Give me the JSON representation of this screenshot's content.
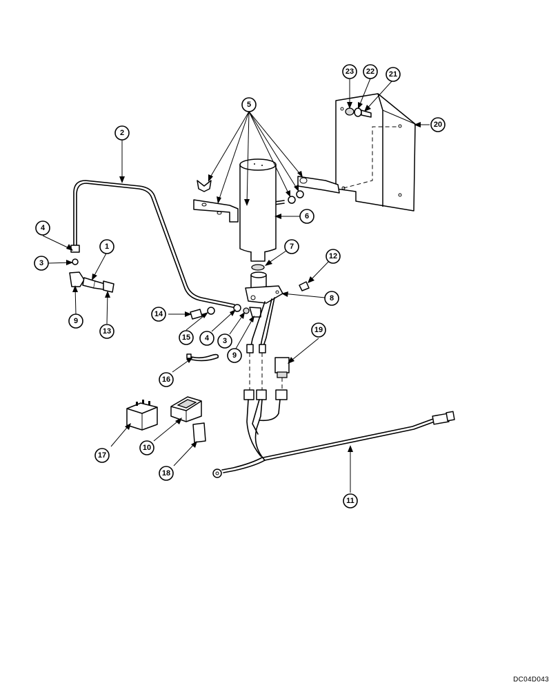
{
  "drawing_code": "DC04D043",
  "callouts": {
    "c1": "1",
    "c2": "2",
    "c3a": "3",
    "c3b": "3",
    "c4a": "4",
    "c4b": "4",
    "c5": "5",
    "c6": "6",
    "c7": "7",
    "c8": "8",
    "c9a": "9",
    "c9b": "9",
    "c10": "10",
    "c11": "11",
    "c12": "12",
    "c13": "13",
    "c14": "14",
    "c15": "15",
    "c16": "16",
    "c17": "17",
    "c18": "18",
    "c19": "19",
    "c20": "20",
    "c21": "21",
    "c22": "22",
    "c23": "23"
  }
}
